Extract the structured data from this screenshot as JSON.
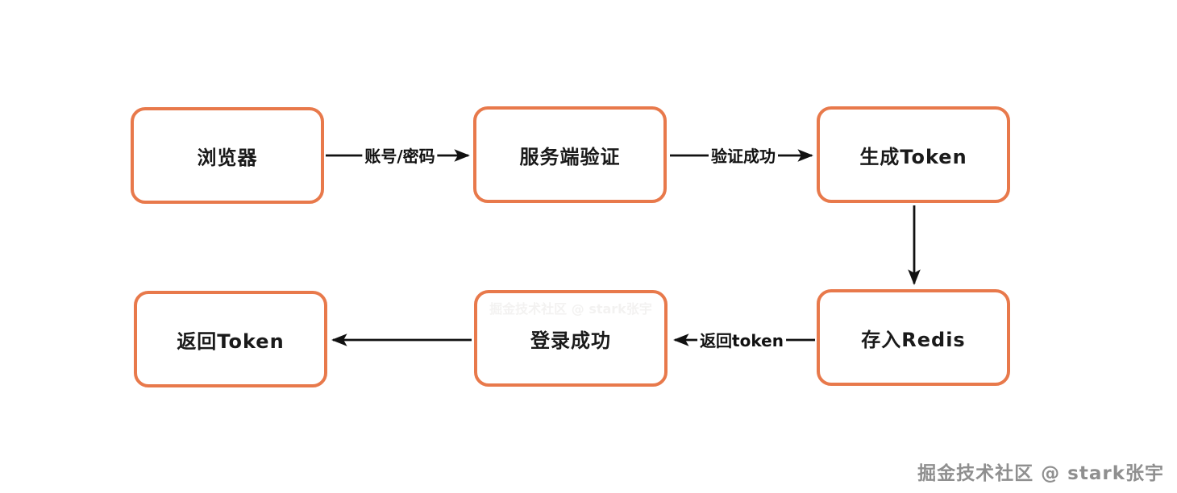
{
  "diagram": {
    "type": "flowchart",
    "nodes": [
      {
        "id": "browser",
        "label": "浏览器"
      },
      {
        "id": "server-verify",
        "label": "服务端验证"
      },
      {
        "id": "generate-token",
        "label": "生成Token"
      },
      {
        "id": "return-token",
        "label": "返回Token"
      },
      {
        "id": "login-success",
        "label": "登录成功"
      },
      {
        "id": "store-redis",
        "label": "存入Redis"
      }
    ],
    "edges": [
      {
        "from": "浏览器",
        "to": "服务端验证",
        "label": "账号/密码",
        "direction": "right"
      },
      {
        "from": "服务端验证",
        "to": "生成Token",
        "label": "验证成功",
        "direction": "right"
      },
      {
        "from": "生成Token",
        "to": "存入Redis",
        "label": "",
        "direction": "down"
      },
      {
        "from": "存入Redis",
        "to": "登录成功",
        "label": "返回token",
        "direction": "left"
      },
      {
        "from": "登录成功",
        "to": "返回Token",
        "label": "",
        "direction": "left"
      }
    ]
  },
  "watermark": {
    "text": "掘金技术社区 @ stark张宇",
    "faint_text": "掘金技术社区 @ stark张宇"
  },
  "colors": {
    "node_border": "#e8794b",
    "node_fill": "#ffffff",
    "arrow": "#111111",
    "text": "#1a1a1a",
    "watermark": "#8f8f8f",
    "background": "#ffffff"
  }
}
